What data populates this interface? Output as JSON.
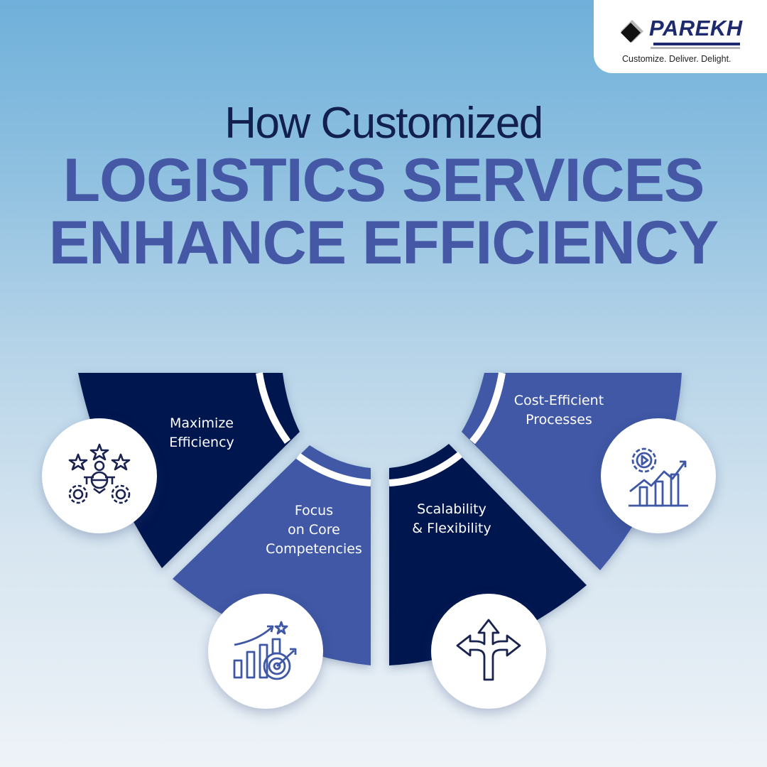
{
  "brand": {
    "name": "PAREKH",
    "tagline": "Customize. Deliver. Delight."
  },
  "headline": {
    "line1": "How Customized",
    "line2": "LOGISTICS SERVICES",
    "line3": "ENHANCE EFFICIENCY"
  },
  "segments": [
    {
      "label_line1": "Maximize",
      "label_line2": "Efficiency",
      "icon": "stars-team-gears-icon",
      "color": "#041850"
    },
    {
      "label_line1": "Focus",
      "label_line2": "on Core",
      "label_line3": "Competencies",
      "icon": "growth-chart-target-icon",
      "color": "#3f58a5"
    },
    {
      "label_line1": "Scalability",
      "label_line2": "& Flexibility",
      "icon": "branching-arrows-icon",
      "color": "#041850"
    },
    {
      "label_line1": "Cost-Efficient",
      "label_line2": "Processes",
      "icon": "gear-growth-chart-icon",
      "color": "#3f58a5"
    }
  ],
  "colors": {
    "dark_navy": "#041850",
    "mid_blue": "#3f58a5",
    "headline_dark": "#12204f",
    "headline_blue": "#4558a6",
    "icon_stroke_dark": "#1a2350",
    "icon_stroke_blue": "#3f58a5"
  }
}
